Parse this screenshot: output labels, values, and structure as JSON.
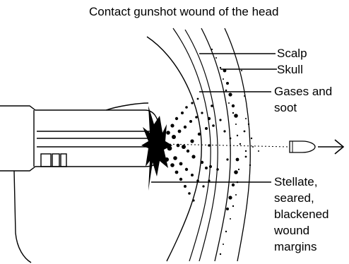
{
  "title": "Contact gunshot wound of the head",
  "labels": {
    "scalp": "Scalp",
    "skull": "Skull",
    "gases_line1": "Gases and",
    "gases_line2": "soot",
    "margins_line1": "Stellate,",
    "margins_line2": "seared,",
    "margins_line3": "blackened",
    "margins_line4": "wound",
    "margins_line5": "margins"
  },
  "colors": {
    "ink": "#000000",
    "background": "#ffffff"
  }
}
